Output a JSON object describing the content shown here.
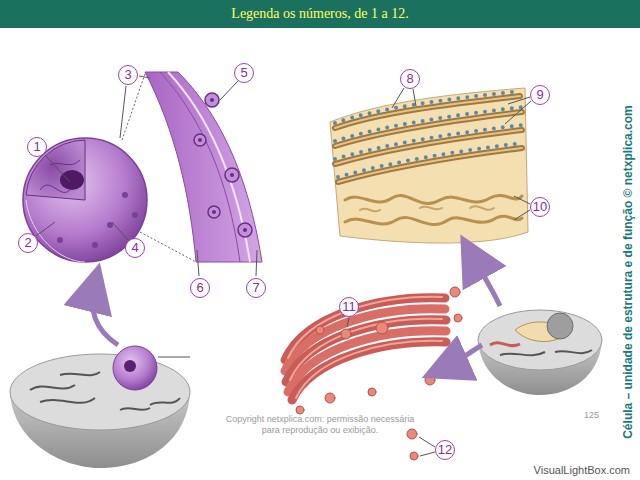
{
  "diagram": {
    "title": "Legenda os números, de 1 a 12.",
    "labels": [
      "1",
      "2",
      "3",
      "4",
      "5",
      "6",
      "7",
      "8",
      "9",
      "10",
      "11",
      "12",
      "Célula – unidade de estrutura e de função © netxplica.com",
      "Copyright netxplica.com: permissão necessária para reprodução ou exibição.",
      "125",
      "VisualLightBox.com"
    ]
  }
}
